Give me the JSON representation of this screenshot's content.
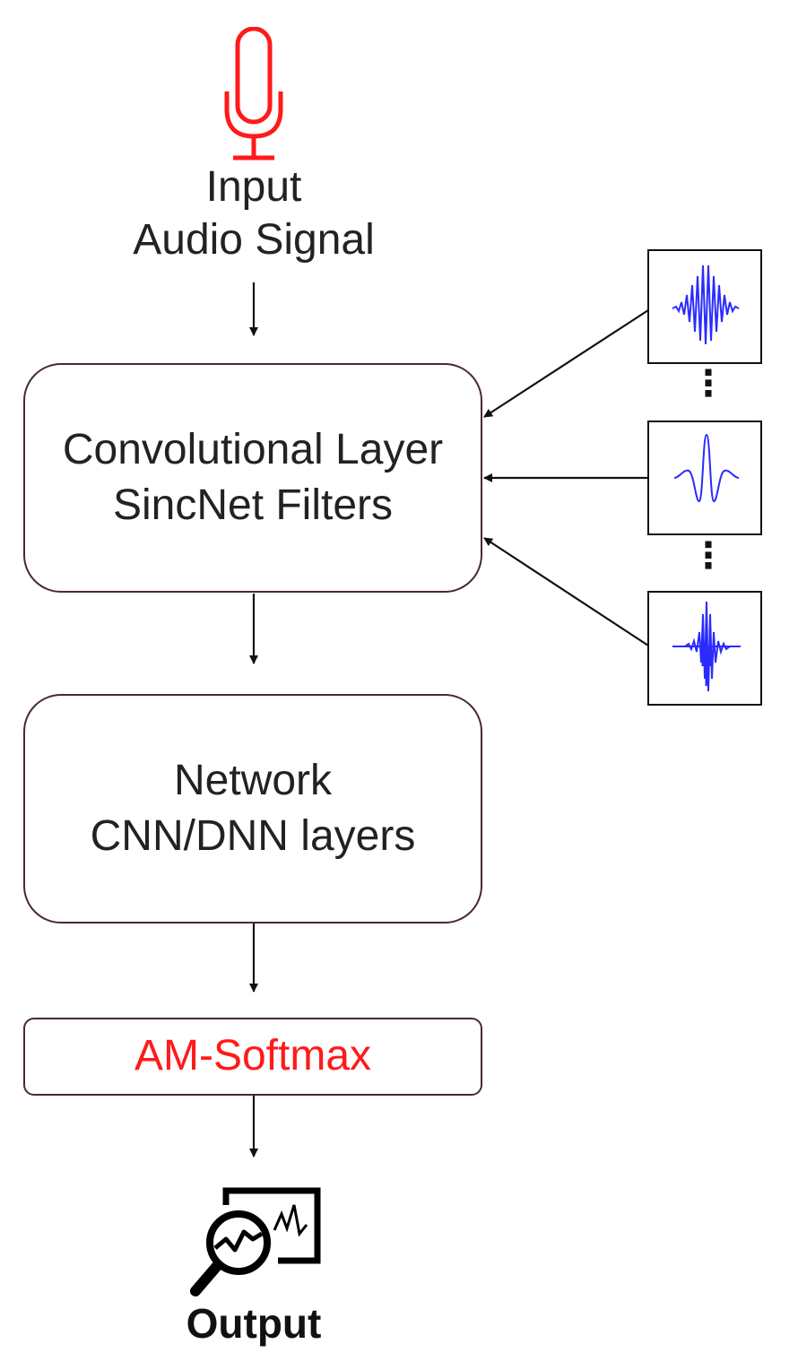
{
  "input": {
    "line1": "Input",
    "line2": "Audio Signal",
    "icon": "microphone-icon",
    "icon_color": "#ff1a1a"
  },
  "conv_layer": {
    "line1": "Convolutional Layer",
    "line2": "SincNet Filters"
  },
  "network": {
    "line1": "Network",
    "line2": "CNN/DNN layers"
  },
  "am_softmax": {
    "label": "AM-Softmax",
    "color": "#ff1a1a"
  },
  "output": {
    "label": "Output",
    "icon": "analytics-monitor-icon"
  },
  "filters": {
    "items": [
      "sinc-filter-wideband-icon",
      "sinc-filter-lowfreq-icon",
      "sinc-filter-highfreq-icon"
    ],
    "separator": "⋮",
    "wave_color": "#2b2bff"
  },
  "colors": {
    "box_border": "#4a2a2a",
    "text": "#222222",
    "arrow": "#111111"
  }
}
